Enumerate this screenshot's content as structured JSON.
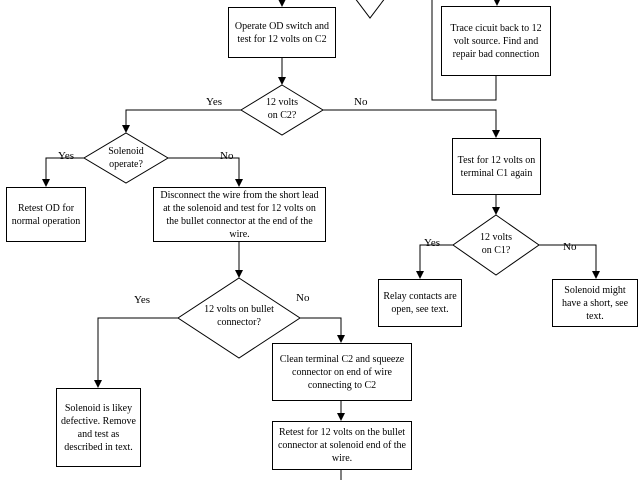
{
  "flowchart": {
    "boxes": {
      "operate_od": "Operate OD switch and test for 12 volts on C2",
      "trace_circuit": "Trace cicuit back to 12 volt source.  Find and repair bad connection",
      "test_c1_again": "Test for 12 volts on terminal C1 again",
      "retest_od": "Retest OD for normal operation",
      "disconnect_wire": "Disconnect the wire from the short lead at the solenoid and test for 12 volts on the bullet connector at the end of the wire.",
      "relay_open": "Relay contacts are open,  see text.",
      "solenoid_short": "Solenoid might have a short, see text.",
      "clean_c2": "Clean terminal C2 and squeeze connector on end of wire connecting to C2",
      "solenoid_defective": "Solenoid is likey defective. Remove and test as described in text.",
      "retest_bullet": "Retest for 12 volts on the bullet connector at solenoid end of the wire."
    },
    "decisions": {
      "volts_c2": "12 volts\non C2?",
      "solenoid_operate": "Solenoid\noperate?",
      "volts_c1": "12 volts\non C1?",
      "volts_bullet": "12 volts on  bullet\nconnector?"
    },
    "labels": {
      "yes": "Yes",
      "no": "No"
    }
  }
}
